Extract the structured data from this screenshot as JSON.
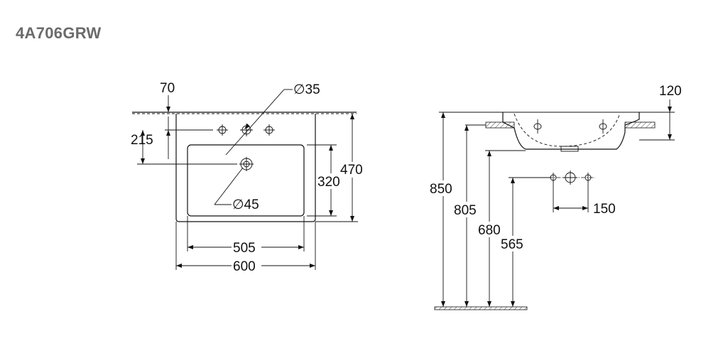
{
  "title": "4A706GRW",
  "front_view": {
    "labels": {
      "top_offset": "70",
      "tap_hole": "∅35",
      "tap_height": "215",
      "drain_hole": "∅45",
      "inner_depth": "320",
      "outer_depth": "470",
      "inner_width": "505",
      "outer_width": "600"
    }
  },
  "side_view": {
    "labels": {
      "rim_height": "120",
      "total_height": "850",
      "bracket_height": "805",
      "underside_height": "680",
      "connection_height": "565",
      "connection_spacing": "150"
    }
  }
}
